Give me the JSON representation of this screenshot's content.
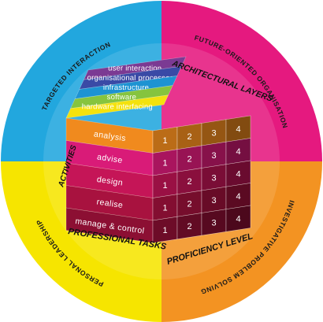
{
  "quadrants": {
    "top_left": {
      "label": "TARGETED INTERACTION",
      "color": "#22a7de"
    },
    "top_right": {
      "label": "FUTURE-ORIENTED ORGANISATION",
      "color": "#e5197f"
    },
    "bottom_left": {
      "label": "PERSONAL LEADERSHIP",
      "color": "#f6e500"
    },
    "bottom_right": {
      "label": "INVESTIGATIVE PROBLEM SOLVING",
      "color": "#f39322"
    }
  },
  "axes": {
    "architectural_layers": "ARCHITECTURAL LAYERS",
    "activities": "ACTIVITIES",
    "professional_tasks": "PROFESSIONAL TASKS",
    "proficiency_level": "PROFICIENCY LEVEL"
  },
  "layers": [
    {
      "label": "user interaction",
      "color": "#7b3a93"
    },
    {
      "label": "organisational processes",
      "color": "#3a4aa6"
    },
    {
      "label": "infrastructure",
      "color": "#1d93d2"
    },
    {
      "label": "software",
      "color": "#86c43e"
    },
    {
      "label": "hardware interfacing",
      "color": "#f4e20d"
    }
  ],
  "tasks": [
    {
      "label": "analysis",
      "color": "#f08a1e"
    },
    {
      "label": "advise",
      "color": "#d91b78"
    },
    {
      "label": "design",
      "color": "#c51557"
    },
    {
      "label": "realise",
      "color": "#a8123f"
    },
    {
      "label": "manage & control",
      "color": "#8c0f33"
    }
  ],
  "levels": [
    "1",
    "2",
    "3",
    "4"
  ]
}
